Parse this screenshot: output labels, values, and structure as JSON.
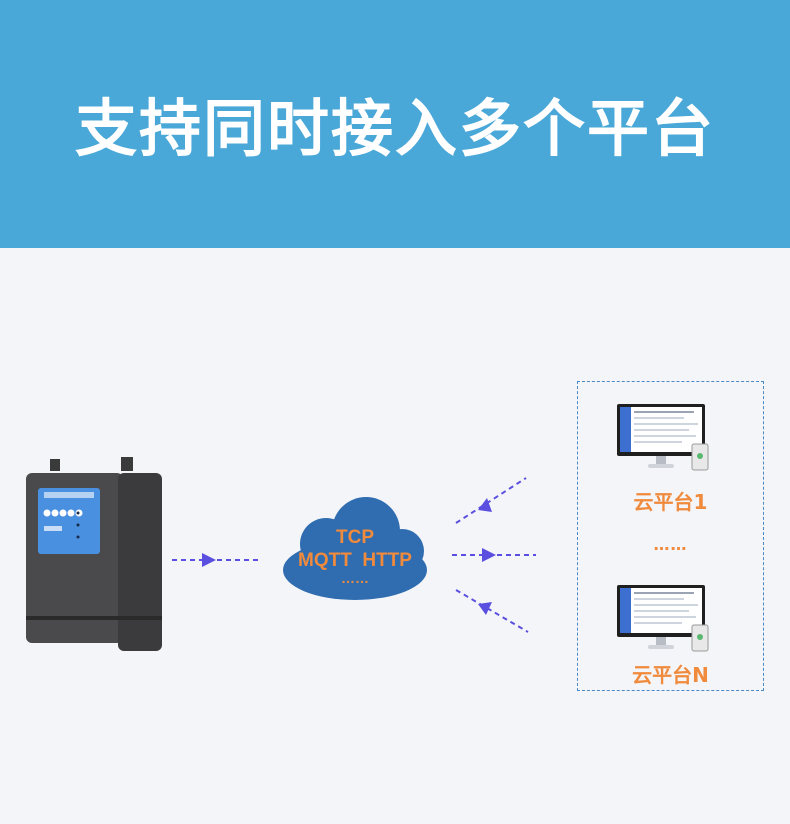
{
  "header": {
    "title": "支持同时接入多个平台"
  },
  "cloud": {
    "line1": "TCP",
    "line2": "MQTT  HTTP",
    "line3": "……"
  },
  "platforms": {
    "first": "云平台1",
    "ellipsis": "……",
    "last": "云平台N"
  },
  "colors": {
    "header_bg": "#4aa8d8",
    "arrow": "#5b4fe0",
    "cloud": "#2f6db0",
    "label": "#f08a3c"
  }
}
